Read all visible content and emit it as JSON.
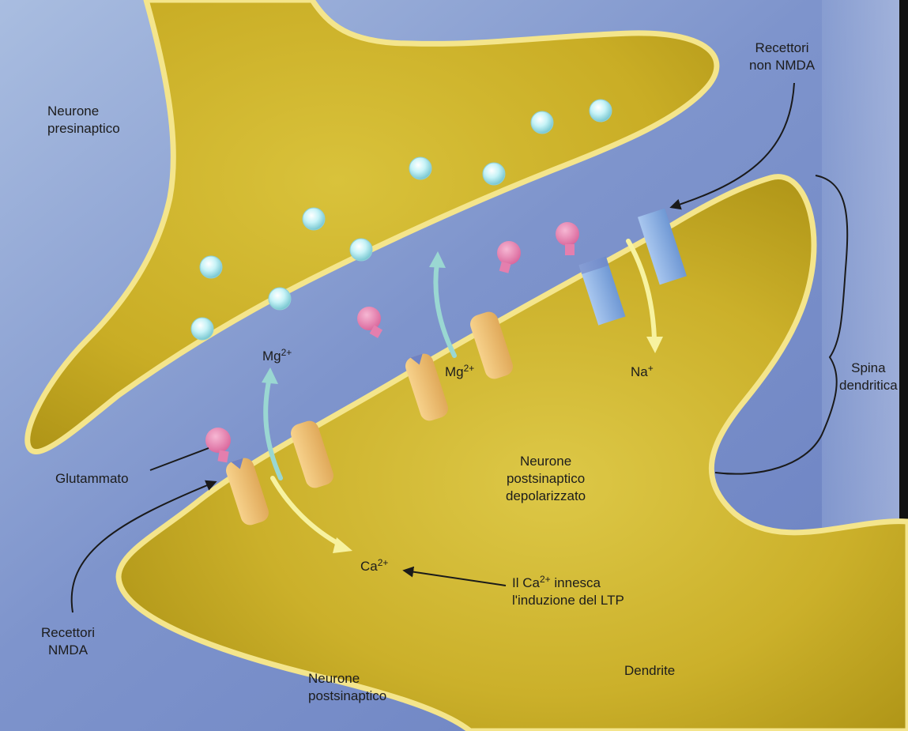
{
  "labels": {
    "presynaptic_neuron": [
      "Neurone",
      "presinaptico"
    ],
    "non_nmda_receptors": [
      "Recettori",
      "non NMDA"
    ],
    "dendritic_spine": [
      "Spina",
      "dendritica"
    ],
    "glutamate": "Glutammato",
    "nmda_receptors": [
      "Recettori",
      "NMDA"
    ],
    "depolarized_postsynaptic_neuron": [
      "Neurone",
      "postsinaptico",
      "depolarizzato"
    ],
    "postsynaptic_neuron": [
      "Neurone",
      "postsinaptico"
    ],
    "dendrite": "Dendrite",
    "ca_triggers": [
      "Il Ca",
      "2+",
      " innesca",
      "l'induzione del LTP"
    ]
  },
  "ions": {
    "mg": {
      "symbol": "Mg",
      "charge": "2+"
    },
    "ca": {
      "symbol": "Ca",
      "charge": "2+"
    },
    "na": {
      "symbol": "Na",
      "charge": "+"
    }
  },
  "colors": {
    "background_top": "#7a93c9",
    "background_left": "#a9bde0",
    "cleft": "#6f82c3",
    "cell_body": "#cfb52c",
    "cell_body_dark": "#a78e12",
    "membrane_edge": "#f4e58c",
    "nmda_receptor": "#f2c06e",
    "non_nmda_receptor": "#86aee0",
    "glutamate": "#e47fae",
    "vesicle": "#b6eef4",
    "mg_arrow": "#9ad7d2",
    "ca_na_arrow": "#f7f2a0",
    "label_text": "#1c1c1c"
  }
}
